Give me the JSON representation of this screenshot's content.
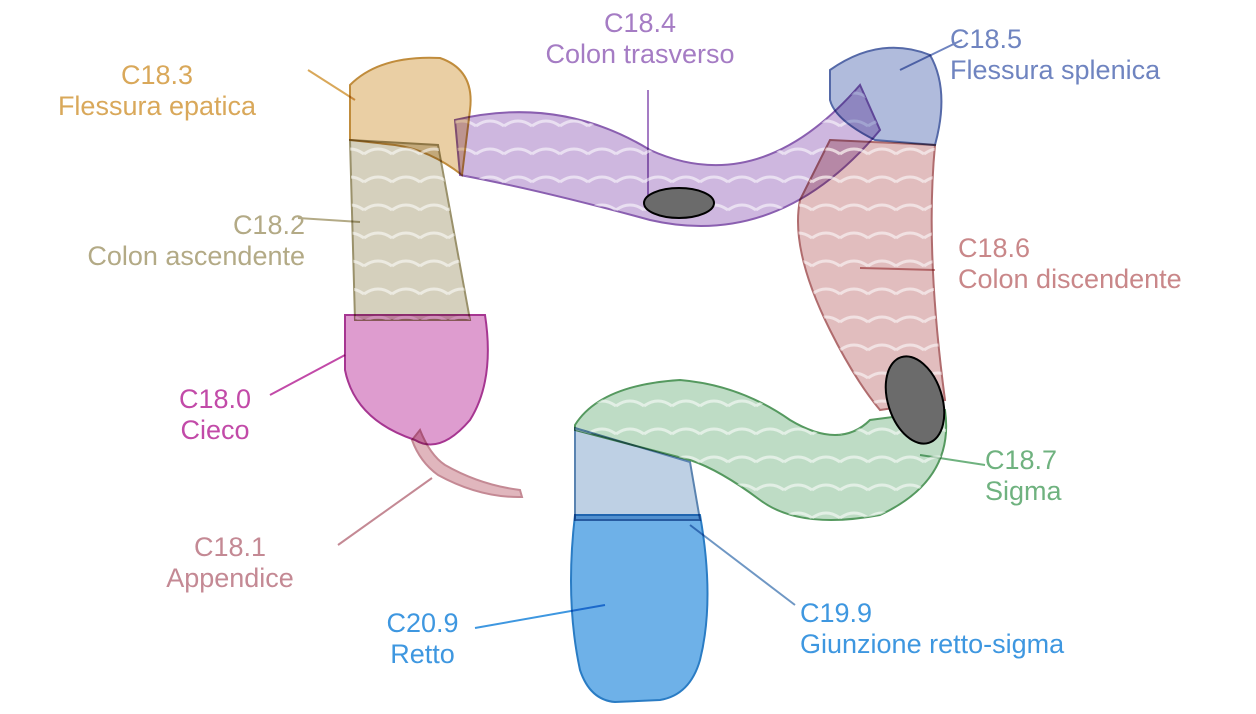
{
  "colors": {
    "cecum": "#c24aa8",
    "appendix": "#c48994",
    "ascending": "#b3aa86",
    "hepatic": "#d9a85a",
    "transverse": "#a57cc4",
    "splenic": "#6f84c0",
    "descending": "#c98789",
    "sigmoid": "#6fb27f",
    "rectosigmoid": "#6f97c4",
    "rectum": "#3e97e0",
    "lesion": "#6b6b6b"
  },
  "labels": {
    "cecum": {
      "code": "C18.0",
      "name": "Cieco"
    },
    "appendix": {
      "code": "C18.1",
      "name": "Appendice"
    },
    "ascending": {
      "code": "C18.2",
      "name": "Colon ascendente"
    },
    "hepatic": {
      "code": "C18.3",
      "name": "Flessura epatica"
    },
    "transverse": {
      "code": "C18.4",
      "name": "Colon trasverso"
    },
    "splenic": {
      "code": "C18.5",
      "name": "Flessura splenica"
    },
    "descending": {
      "code": "C18.6",
      "name": "Colon discendente"
    },
    "sigmoid": {
      "code": "C18.7",
      "name": "Sigma"
    },
    "rectosigmoid": {
      "code": "C19.9",
      "name": "Giunzione retto-sigma"
    },
    "rectum": {
      "code": "C20.9",
      "name": "Retto"
    }
  }
}
